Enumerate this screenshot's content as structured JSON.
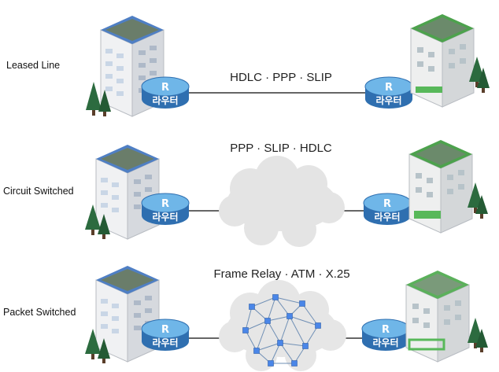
{
  "colors": {
    "router_top": "#6fb6e8",
    "router_side": "#2f6fb0",
    "building_blue_roof": "#4f7fc4",
    "building_green_roof": "#4da24d",
    "tree": "#2c6b3f",
    "cloud": "#e6e6e6",
    "mesh_node": "#4a86e8",
    "mesh_line": "#6f8fb5",
    "link_line": "#333333"
  },
  "rows": [
    {
      "label": "Leased Line",
      "protocols": "HDLC · PPP · SLIP",
      "network": "direct",
      "router_left": {
        "letter": "R",
        "name": "라우터"
      },
      "router_right": {
        "letter": "R",
        "name": "라우터"
      }
    },
    {
      "label": "Circuit Switched",
      "protocols": "PPP · SLIP · HDLC",
      "network": "cloud",
      "router_left": {
        "letter": "R",
        "name": "라우터"
      },
      "router_right": {
        "letter": "R",
        "name": "라우터"
      }
    },
    {
      "label": "Packet Switched",
      "protocols": "Frame Relay · ATM · X.25",
      "network": "mesh-cloud",
      "router_left": {
        "letter": "R",
        "name": "라우터"
      },
      "router_right": {
        "letter": "R",
        "name": "라우터"
      }
    }
  ]
}
